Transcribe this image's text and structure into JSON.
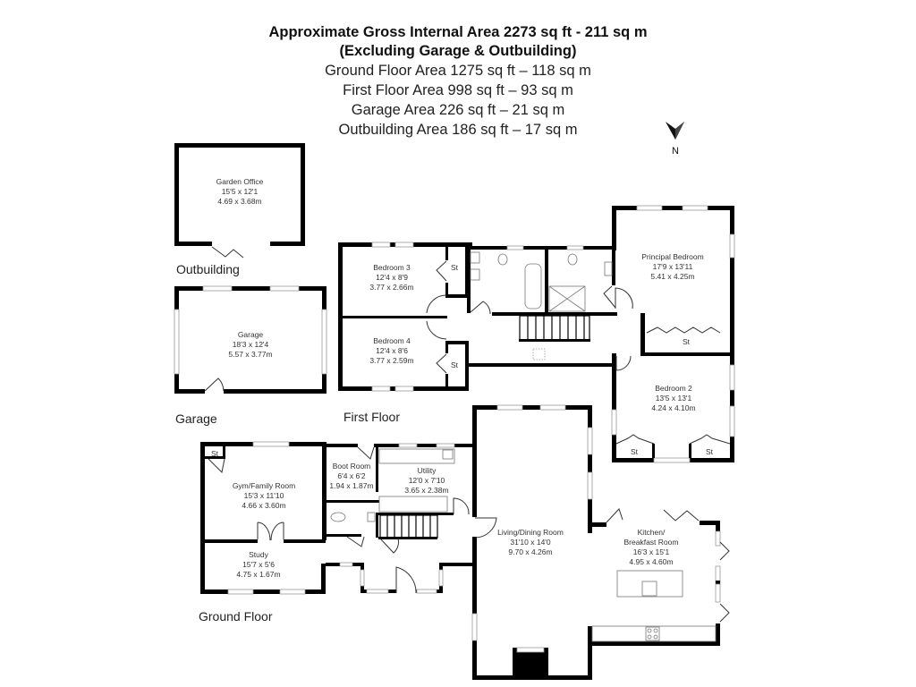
{
  "header": {
    "title_line1": "Approximate Gross Internal Area 2273 sq ft - 211 sq m",
    "title_line2": "(Excluding Garage & Outbuilding)",
    "areas": [
      "Ground Floor Area 1275 sq ft – 118 sq m",
      "First Floor Area 998 sq ft – 93 sq m",
      "Garage Area 226 sq ft – 21 sq m",
      "Outbuilding Area 186 sq ft – 17 sq m"
    ]
  },
  "compass": {
    "icon": "north-arrow-icon",
    "label": "N"
  },
  "floors": {
    "outbuilding": {
      "label": "Outbuilding"
    },
    "garage": {
      "label": "Garage"
    },
    "first_floor": {
      "label": "First Floor"
    },
    "ground_floor": {
      "label": "Ground Floor"
    }
  },
  "rooms": {
    "garden_office": {
      "name": "Garden Office",
      "imperial": "15'5 x 12'1",
      "metric": "4.69 x 3.68m"
    },
    "garage": {
      "name": "Garage",
      "imperial": "18'3 x 12'4",
      "metric": "5.57 x 3.77m"
    },
    "bedroom3": {
      "name": "Bedroom 3",
      "imperial": "12'4 x 8'9",
      "metric": "3.77 x 2.66m"
    },
    "bedroom4": {
      "name": "Bedroom 4",
      "imperial": "12'4 x 8'6",
      "metric": "3.77 x 2.59m"
    },
    "principal_bedroom": {
      "name": "Principal Bedroom",
      "imperial": "17'9 x 13'11",
      "metric": "5.41 x 4.25m"
    },
    "bedroom2": {
      "name": "Bedroom 2",
      "imperial": "13'5 x 13'1",
      "metric": "4.24 x 4.10m"
    },
    "gym_family": {
      "name": "Gym/Family Room",
      "imperial": "15'3 x 11'10",
      "metric": "4.66 x 3.60m"
    },
    "study": {
      "name": "Study",
      "imperial": "15'7 x 5'6",
      "metric": "4.75 x 1.67m"
    },
    "boot_room": {
      "name": "Boot Room",
      "imperial": "6'4 x 6'2",
      "metric": "1.94 x 1.87m"
    },
    "utility": {
      "name": "Utility",
      "imperial": "12'0 x 7'10",
      "metric": "3.65 x 2.38m"
    },
    "living_dining": {
      "name": "Living/Dining Room",
      "imperial": "31'10 x 14'0",
      "metric": "9.70 x 4.26m"
    },
    "kitchen": {
      "name_line1": "Kitchen/",
      "name_line2": "Breakfast Room",
      "imperial": "16'3 x 15'1",
      "metric": "4.95 x 4.60m"
    }
  },
  "storage_label": "St"
}
